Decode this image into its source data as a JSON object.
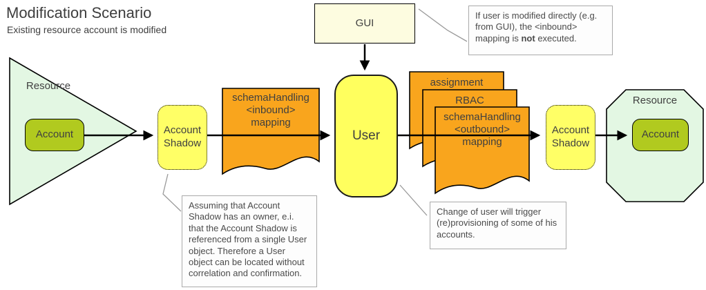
{
  "title": {
    "heading": "Modification Scenario",
    "subheading": "Existing resource account is modified"
  },
  "nodes": {
    "resource_left_label": "Resource",
    "account_left": "Account",
    "account_shadow_left": "Account\nShadow",
    "gui": "GUI",
    "user": "User",
    "account_shadow_right": "Account\nShadow",
    "resource_right_label": "Resource",
    "account_right": "Account"
  },
  "documents": {
    "inbound_mapping": "schemaHandling\n<inbound>\nmapping",
    "assignment": "assignment",
    "rbac": "RBAC",
    "outbound_mapping": "schemaHandling\n<outbound>\nmapping"
  },
  "notes": {
    "gui_note": {
      "pre": "If user is modified directly (e.g. from GUI), the <inbound> mapping is ",
      "bold": "not",
      "post": " executed."
    },
    "shadow_note": "Assuming that Account Shadow has an owner, e.i. that the Account Shadow is referenced from a single User object. Therefore a User object can be located without correlation and confirmation.",
    "user_note": "Change of user will trigger (re)provisioning of some of his accounts."
  },
  "colors": {
    "document_orange": "#F9A51D",
    "shadow_user_yellow": "#FFFF66",
    "resource_light_green": "#E3F7E3",
    "account_green": "#B1CA1F",
    "gui_cream": "#FDFCE0",
    "note_background": "#FDFDFD",
    "note_border": "#A9A9A9",
    "text_gray": "#404040",
    "callout_gray": "#999999",
    "arrow_black": "#000000"
  }
}
